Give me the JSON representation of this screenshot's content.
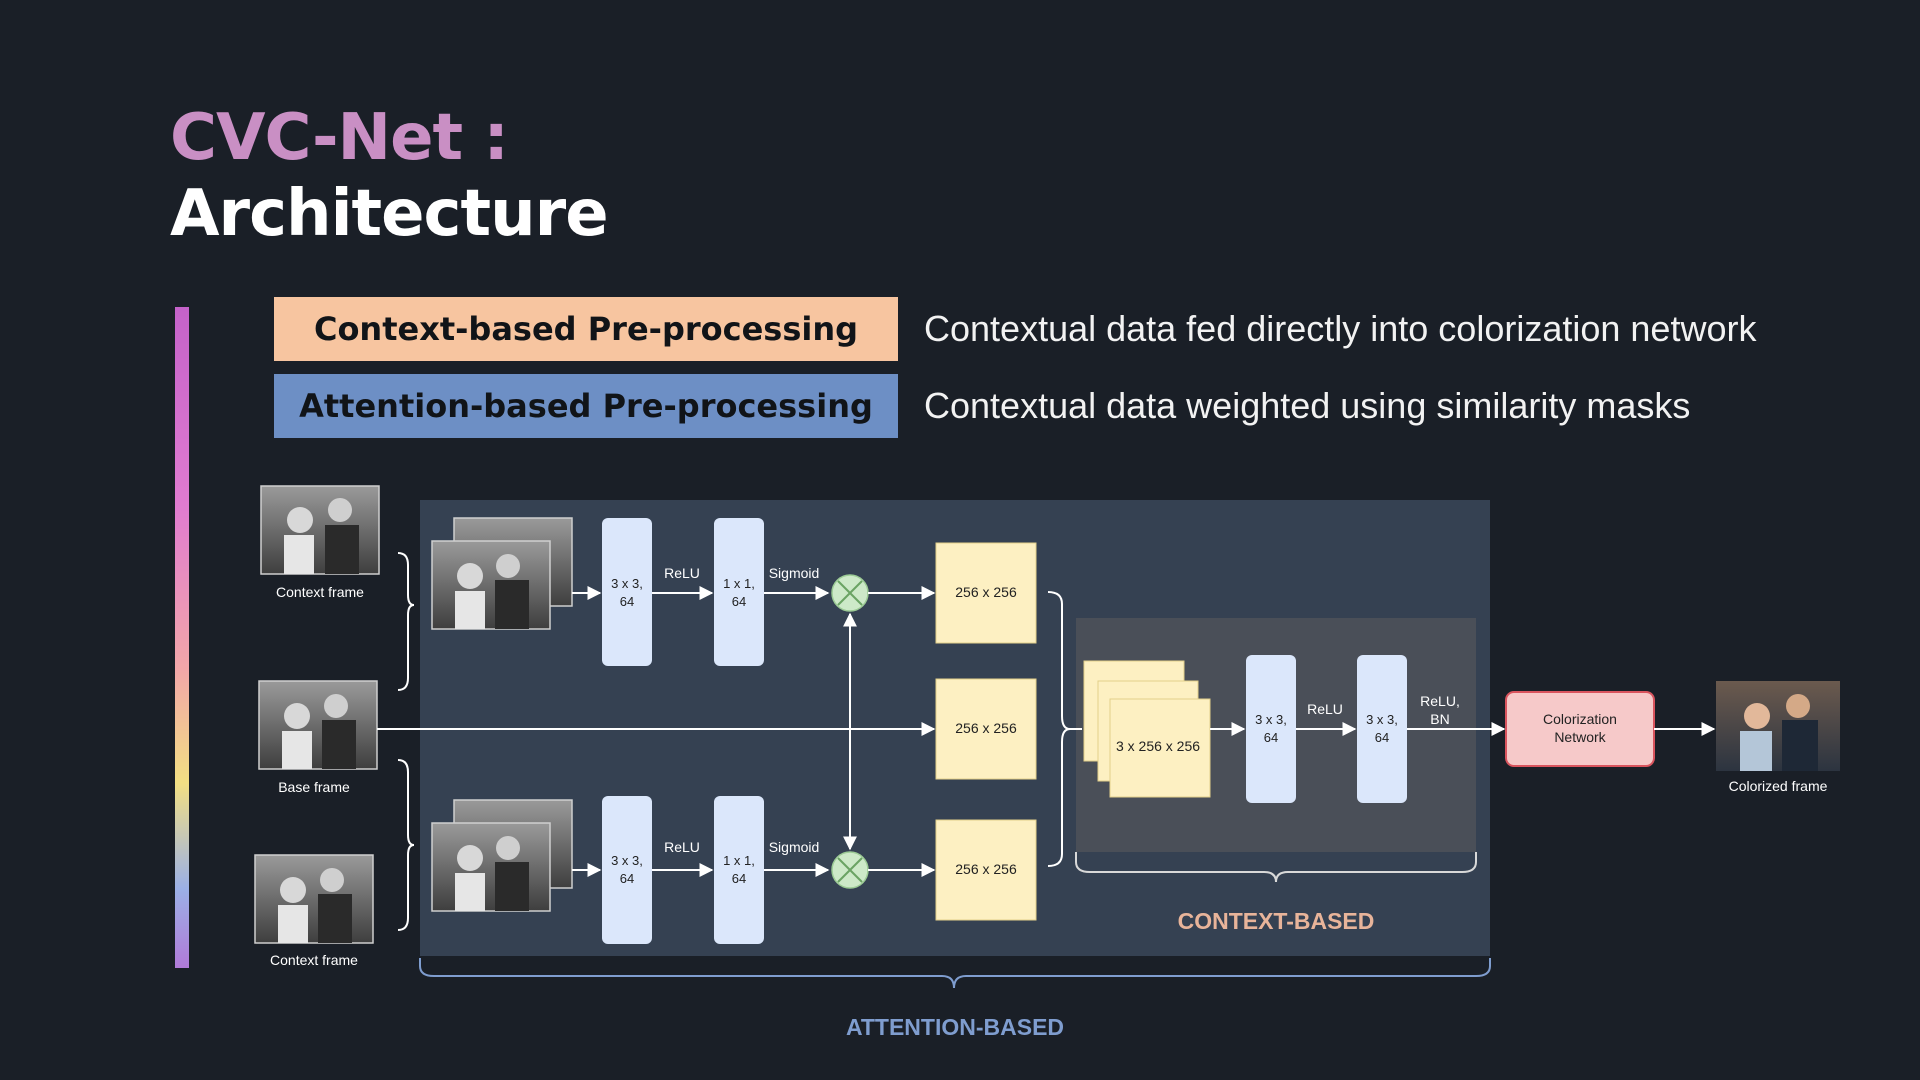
{
  "title": {
    "line1": "CVC-Net :",
    "line2": "Architecture"
  },
  "legend": {
    "context_label": "Context-based Pre-processing",
    "context_desc": "Contextual data fed directly into colorization network",
    "attention_label": "Attention-based Pre-processing",
    "attention_desc": "Contextual data weighted using similarity masks"
  },
  "diagram": {
    "inputs": {
      "top": "Context frame",
      "middle": "Base frame",
      "bottom": "Context frame"
    },
    "attention_branch": {
      "conv1": [
        "3 x 3,",
        "64"
      ],
      "act1": "ReLU",
      "conv2": [
        "1 x 1,",
        "64"
      ],
      "act2": "Sigmoid"
    },
    "feature_maps": [
      "256 x 256",
      "256 x 256",
      "256 x 256"
    ],
    "context_block": {
      "stack": "3 x 256 x 256",
      "conv1": [
        "3 x 3,",
        "64"
      ],
      "act1": "ReLU",
      "conv2": [
        "3 x 3,",
        "64"
      ],
      "act2": [
        "ReLU,",
        "BN"
      ]
    },
    "colorization": [
      "Colorization",
      "Network"
    ],
    "output": "Colorized frame",
    "context_based_label": "CONTEXT-BASED",
    "attention_based_label": "ATTENTION-BASED"
  },
  "colors": {
    "title_accent": "#c98fc4",
    "context": "#f7c5a0",
    "attention": "#6d8fc5",
    "attention_panel": "#354152",
    "context_panel": "#4a4f58",
    "conv_block": "#dbe7fb",
    "feature_map": "#fdf0c2",
    "multiply_node": "#cde9c8",
    "colorization_box": "#f6c9c9"
  }
}
